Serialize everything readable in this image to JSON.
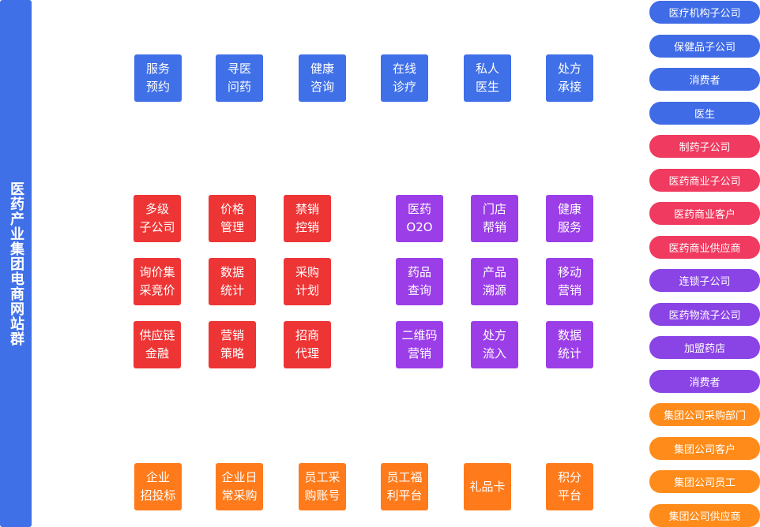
{
  "sidebar": {
    "title": "医药产业集团电商网站群"
  },
  "tiles": {
    "r1": [
      "服务\n预约",
      "寻医\n问药",
      "健康\n咨询",
      "在线\n诊疗",
      "私人\n医生",
      "处方\n承接"
    ],
    "red": [
      "多级\n子公司",
      "价格\n管理",
      "禁销\n控销",
      "询价集\n采竞价",
      "数据\n统计",
      "采购\n计划",
      "供应链\n金融",
      "营销\n策略",
      "招商\n代理"
    ],
    "purple": [
      "医药\nO2O",
      "门店\n帮销",
      "健康\n服务",
      "药品\n查询",
      "产品\n溯源",
      "移动\n营销",
      "二维码\n营销",
      "处方\n流入",
      "数据\n统计"
    ],
    "orange": [
      "企业\n招投标",
      "企业日\n常采购",
      "员工采\n购账号",
      "员工福\n利平台",
      "礼品卡",
      "积分\n平台"
    ]
  },
  "pills": [
    "医疗机构子公司",
    "保健品子公司",
    "消费者",
    "医生",
    "制药子公司",
    "医药商业子公司",
    "医药商业客户",
    "医药商业供应商",
    "连锁子公司",
    "医药物流子公司",
    "加盟药店",
    "消费者",
    "集团公司采购部门",
    "集团公司客户",
    "集团公司员工",
    "集团公司供应商"
  ],
  "colors": {
    "blue": "#4070e8",
    "red": "#ee3535",
    "purple": "#9b3ee8",
    "orange": "#ff7a1a",
    "pill_blue": "#3f6be6",
    "pill_pink": "#f03a5f",
    "pill_purple": "#8a44e6",
    "pill_orange": "#ff8c1a"
  }
}
